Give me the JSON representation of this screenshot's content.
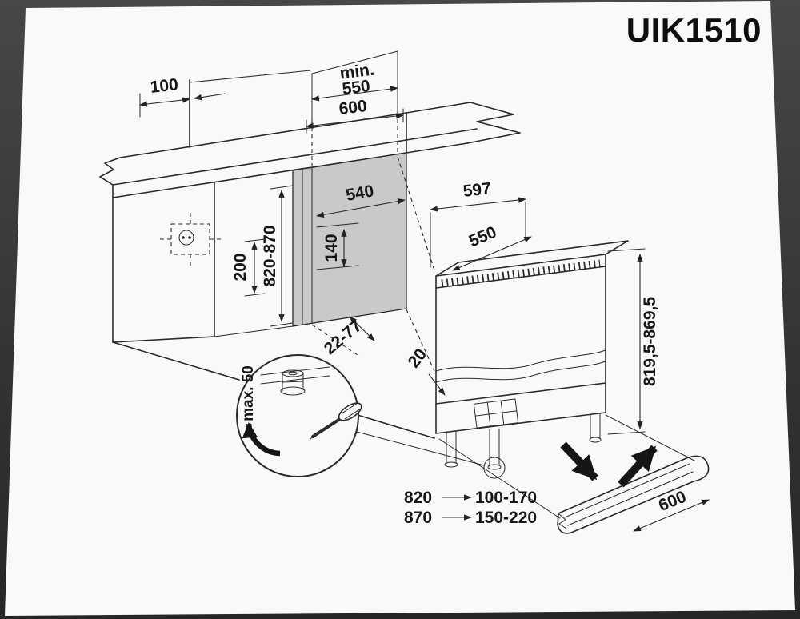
{
  "title": {
    "model": "UIK1510"
  },
  "dims": {
    "wall_gap": "100",
    "min_label": "min.",
    "depth_min": "550",
    "niche_width": "600",
    "panel_width": "540",
    "recess_height": "140",
    "clearance_left": "200",
    "niche_height": "820-870",
    "bottom_clearance": "22-77",
    "appliance_width": "597",
    "appliance_depth": "550",
    "gap_front": "20",
    "appliance_height": "819,5-869,5",
    "foot_adjust": "max. 50",
    "plinth_length": "600"
  },
  "plinth_table": {
    "rows": [
      {
        "niche": "820",
        "plinth": "100-170"
      },
      {
        "niche": "870",
        "plinth": "150-220"
      }
    ]
  },
  "colors": {
    "ink": "#2a2a2a",
    "paper": "#f9f9f9",
    "surround_top": "#474747",
    "surround_bottom": "#262626",
    "panel_shade": "#c9c9c9"
  }
}
